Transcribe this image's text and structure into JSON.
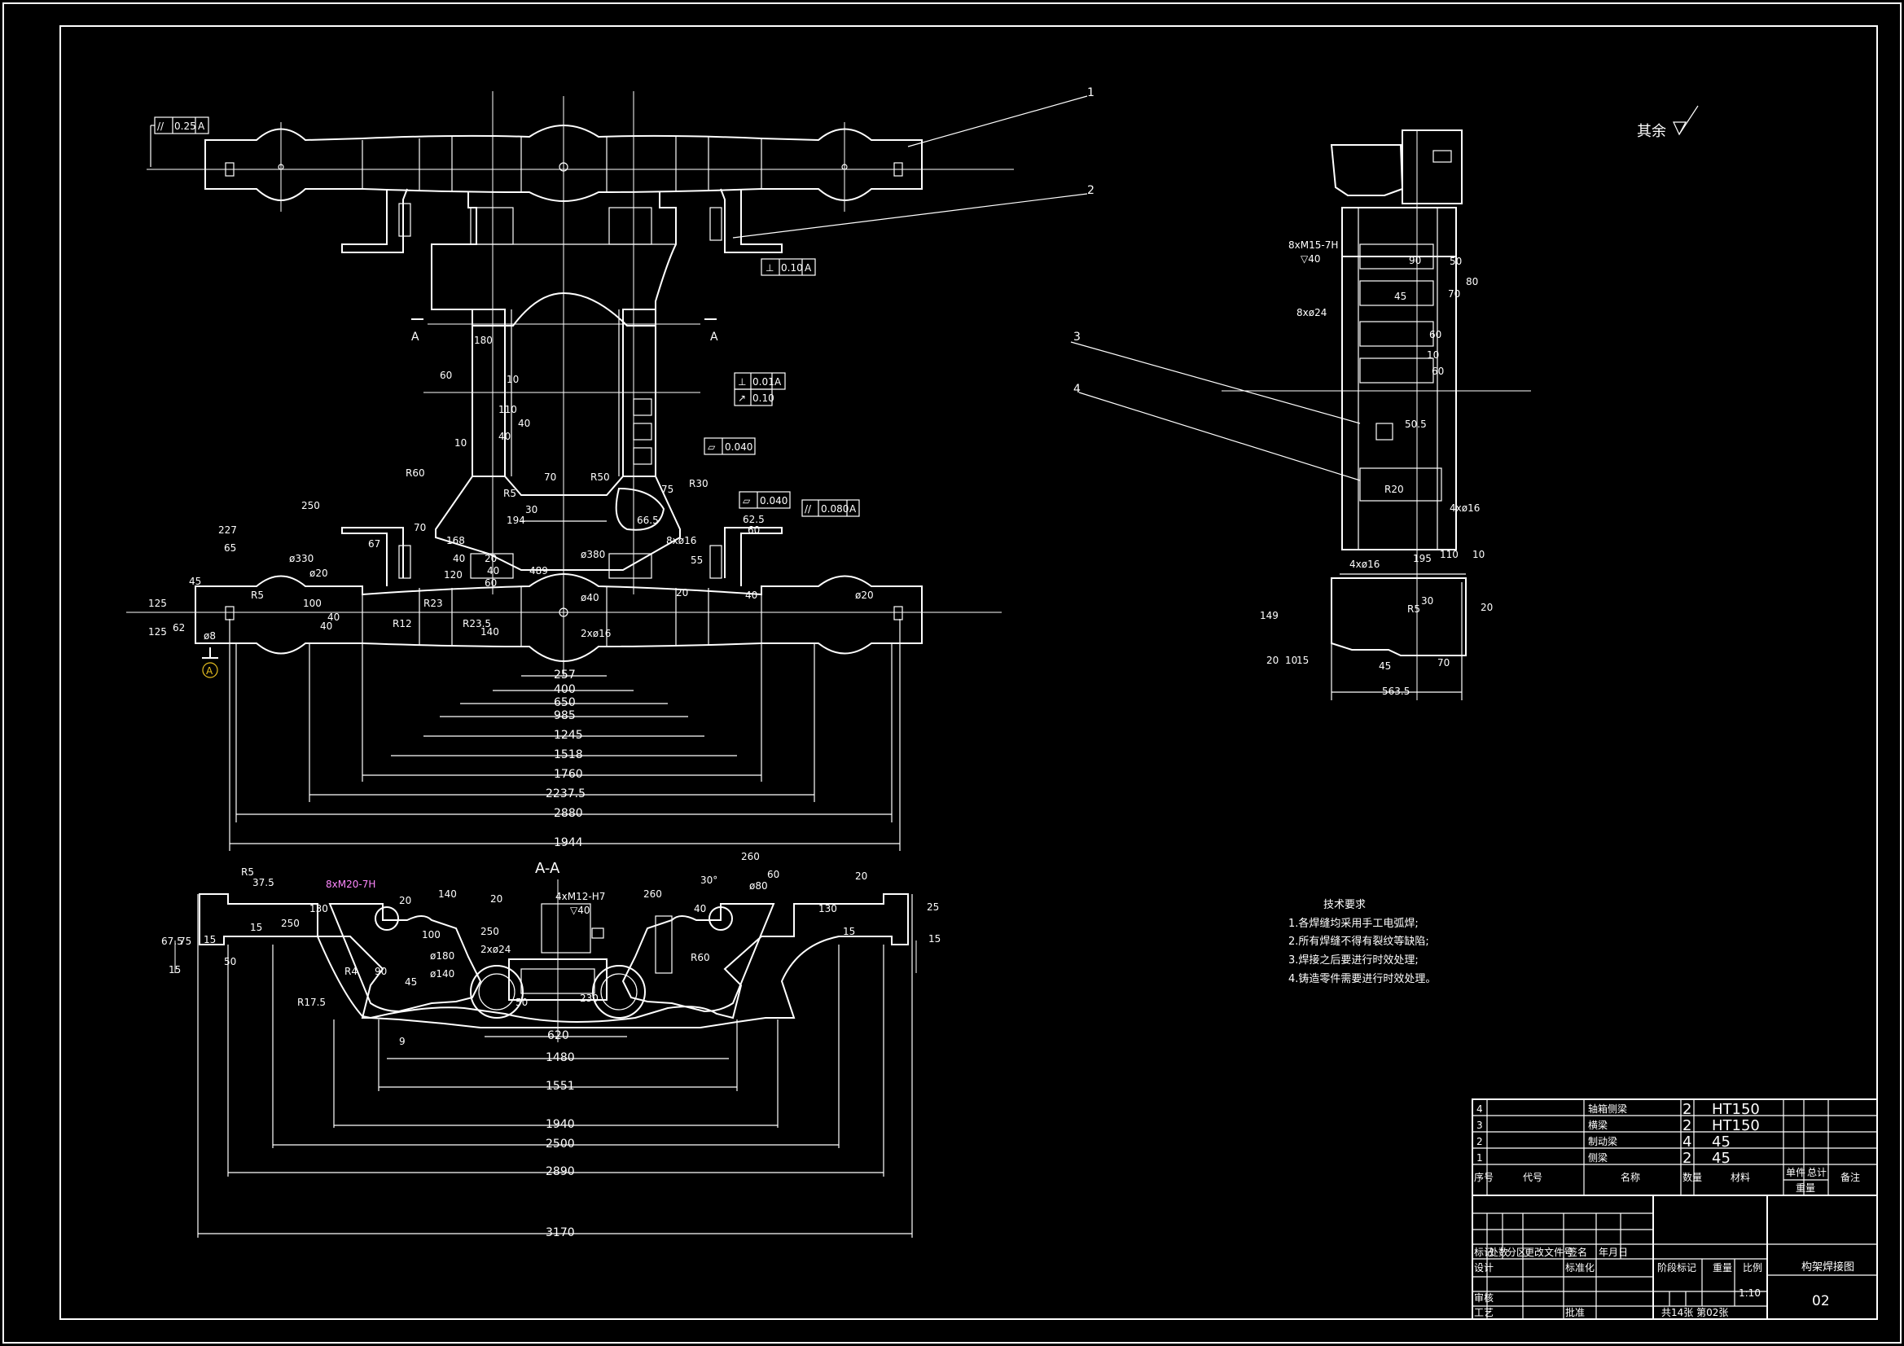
{
  "leaders": [
    "1",
    "2",
    "3",
    "4"
  ],
  "section_label": "A-A",
  "section_marks": [
    "A",
    "A"
  ],
  "datum": "A",
  "roughness_note": "其余",
  "gdt": [
    {
      "sym": "//",
      "val": "0.25",
      "ref": "A"
    },
    {
      "sym": "⊥",
      "val": "0.10",
      "ref": "A"
    },
    {
      "sym": "⊥",
      "val": "0.01",
      "ref": "A"
    },
    {
      "sym": "↗",
      "val": "0.10",
      "ref": ""
    },
    {
      "sym": "▱",
      "val": "0.040",
      "ref": ""
    },
    {
      "sym": "▱",
      "val": "0.040",
      "ref": ""
    },
    {
      "sym": "//",
      "val": "0.080",
      "ref": "A"
    }
  ],
  "top_dims": [
    "257",
    "400",
    "650",
    "985",
    "1245",
    "1518",
    "1760",
    "2237.5",
    "2880",
    "1944"
  ],
  "top_labels": [
    "227",
    "65",
    "ø330",
    "ø20",
    "R5",
    "125",
    "125",
    "45",
    "62",
    "ø8",
    "100",
    "40",
    "40",
    "R60",
    "250",
    "R5",
    "194",
    "30",
    "70",
    "168",
    "40",
    "20",
    "40",
    "60",
    "67",
    "R23",
    "120",
    "R12",
    "R23.5",
    "140",
    "ø380",
    "ø40",
    "2xø16",
    "489",
    "R50",
    "66.5",
    "75",
    "R30",
    "62.5",
    "8xø16",
    "55",
    "60",
    "20",
    "40",
    "ø20",
    "60",
    "180",
    "10",
    "110",
    "40",
    "40",
    "10",
    "70"
  ],
  "aa_dims": [
    "620",
    "1480",
    "1551",
    "1940",
    "2500",
    "2890",
    "3170"
  ],
  "aa_labels": [
    "R5",
    "37.5",
    "8xM20-7H",
    "20",
    "140",
    "20",
    "4xM12-H7",
    "▽40",
    "260",
    "30°",
    "260",
    "60",
    "20",
    "R17.5",
    "R4",
    "90",
    "45",
    "ø180",
    "ø140",
    "2xø24",
    "100",
    "250",
    "50",
    "230",
    "R60",
    "15",
    "15",
    "25",
    "15",
    "67.5",
    "75",
    "15",
    "50",
    "250",
    "130",
    "130",
    "15",
    "40",
    "ø80",
    "9"
  ],
  "side_labels": [
    "8xM15-7H",
    "▽40",
    "8xø24",
    "90",
    "50",
    "45",
    "70",
    "80",
    "60",
    "10",
    "60",
    "50.5",
    "R20",
    "4xø16",
    "4xø16",
    "195",
    "110",
    "10",
    "R5",
    "30",
    "20",
    "149",
    "20",
    "10",
    "15",
    "45",
    "70",
    "563.5"
  ],
  "tech_req": {
    "title": "技术要求",
    "items": [
      "1.各焊缝均采用手工电弧焊;",
      "2.所有焊缝不得有裂纹等缺陷;",
      "3.焊接之后要进行时效处理;",
      "4.铸造零件需要进行时效处理。"
    ]
  },
  "bom": [
    {
      "no": "4",
      "code": "",
      "name": "轴箱侧梁",
      "qty": "2",
      "material": "HT150"
    },
    {
      "no": "3",
      "code": "",
      "name": "横梁",
      "qty": "2",
      "material": "HT150"
    },
    {
      "no": "2",
      "code": "",
      "name": "制动梁",
      "qty": "4",
      "material": "45"
    },
    {
      "no": "1",
      "code": "",
      "name": "侧梁",
      "qty": "2",
      "material": "45"
    }
  ],
  "bom_header": {
    "no": "序号",
    "code": "代号",
    "name": "名称",
    "qty": "数量",
    "material": "材料",
    "unit_w": "单件",
    "total_w": "总计",
    "weight": "重量",
    "remark": "备注"
  },
  "title_block": {
    "drawing_name": "构架焊接图",
    "drawing_no": "02",
    "scale": "1:10",
    "sheet": "共14张 第02张",
    "labels": [
      "标记",
      "处数",
      "分区",
      "更改文件号",
      "签名",
      "年月日",
      "设计",
      "标准化",
      "阶段标记",
      "重量",
      "比例",
      "审核",
      "工艺",
      "批准"
    ]
  }
}
